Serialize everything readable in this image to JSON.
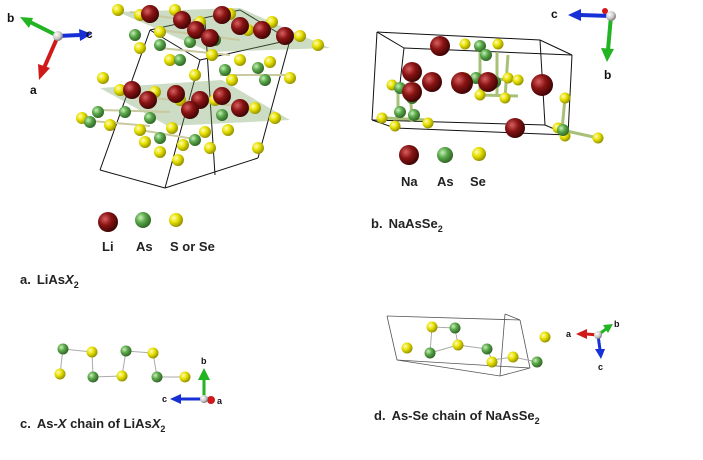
{
  "panels": {
    "a": {
      "caption_prefix": "a.",
      "caption_main": "LiAs",
      "caption_var": "X",
      "caption_sub": "2",
      "axes": {
        "x1": "b",
        "x2": "c",
        "x3": "a"
      },
      "legend": {
        "li": "Li",
        "as": "As",
        "x": "S or Se"
      }
    },
    "b": {
      "caption_prefix": "b.",
      "caption_main": "NaAsSe",
      "caption_sub": "2",
      "axes": {
        "x1": "c",
        "x2": "b"
      },
      "legend": {
        "na": "Na",
        "as": "As",
        "se": "Se"
      }
    },
    "c": {
      "caption_prefix": "c.",
      "caption_t1": "As-",
      "caption_var1": "X",
      "caption_t2": " chain of LiAs",
      "caption_var2": "X",
      "caption_sub": "2",
      "axes": {
        "x1": "b",
        "x2": "c",
        "x3": "a"
      }
    },
    "d": {
      "caption_prefix": "d.",
      "caption_main": "As-Se chain of NaAsSe",
      "caption_sub": "2",
      "axes": {
        "x1": "a",
        "x2": "b",
        "x3": "c"
      }
    }
  },
  "colors": {
    "alkali": "#7a0f0f",
    "arsenic": "#5aa84a",
    "chalcogen": "#e4e000",
    "axis_red": "#d01a1a",
    "axis_green": "#22b422",
    "axis_blue": "#1630d6"
  }
}
